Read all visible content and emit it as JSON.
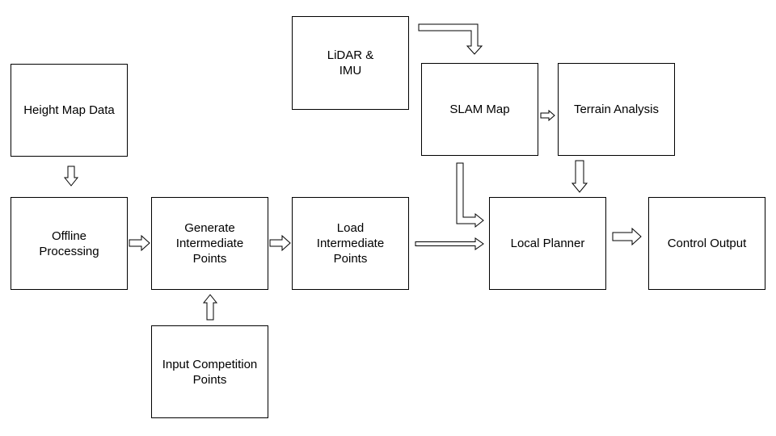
{
  "diagram": {
    "nodes": [
      {
        "id": "height_map",
        "lines": [
          "Height Map Data"
        ]
      },
      {
        "id": "offline",
        "lines": [
          "Offline",
          "Processing"
        ]
      },
      {
        "id": "generate",
        "lines": [
          "Generate",
          "Intermediate",
          "Points"
        ]
      },
      {
        "id": "input_points",
        "lines": [
          "Input Competition",
          "Points"
        ]
      },
      {
        "id": "load",
        "lines": [
          "Load",
          "Intermediate",
          "Points"
        ]
      },
      {
        "id": "lidar",
        "lines": [
          "LiDAR &",
          "IMU"
        ]
      },
      {
        "id": "slam",
        "lines": [
          "SLAM Map"
        ]
      },
      {
        "id": "terrain",
        "lines": [
          "Terrain Analysis"
        ]
      },
      {
        "id": "local_planner",
        "lines": [
          "Local Planner"
        ]
      },
      {
        "id": "control",
        "lines": [
          "Control Output"
        ]
      }
    ],
    "edges": [
      {
        "from": "height_map",
        "to": "offline"
      },
      {
        "from": "offline",
        "to": "generate"
      },
      {
        "from": "input_points",
        "to": "generate"
      },
      {
        "from": "generate",
        "to": "load"
      },
      {
        "from": "load",
        "to": "local_planner"
      },
      {
        "from": "lidar",
        "to": "slam"
      },
      {
        "from": "slam",
        "to": "terrain"
      },
      {
        "from": "slam",
        "to": "local_planner"
      },
      {
        "from": "terrain",
        "to": "local_planner"
      },
      {
        "from": "local_planner",
        "to": "control"
      }
    ],
    "colors": {
      "stroke": "#000000",
      "fill": "#ffffff"
    }
  }
}
